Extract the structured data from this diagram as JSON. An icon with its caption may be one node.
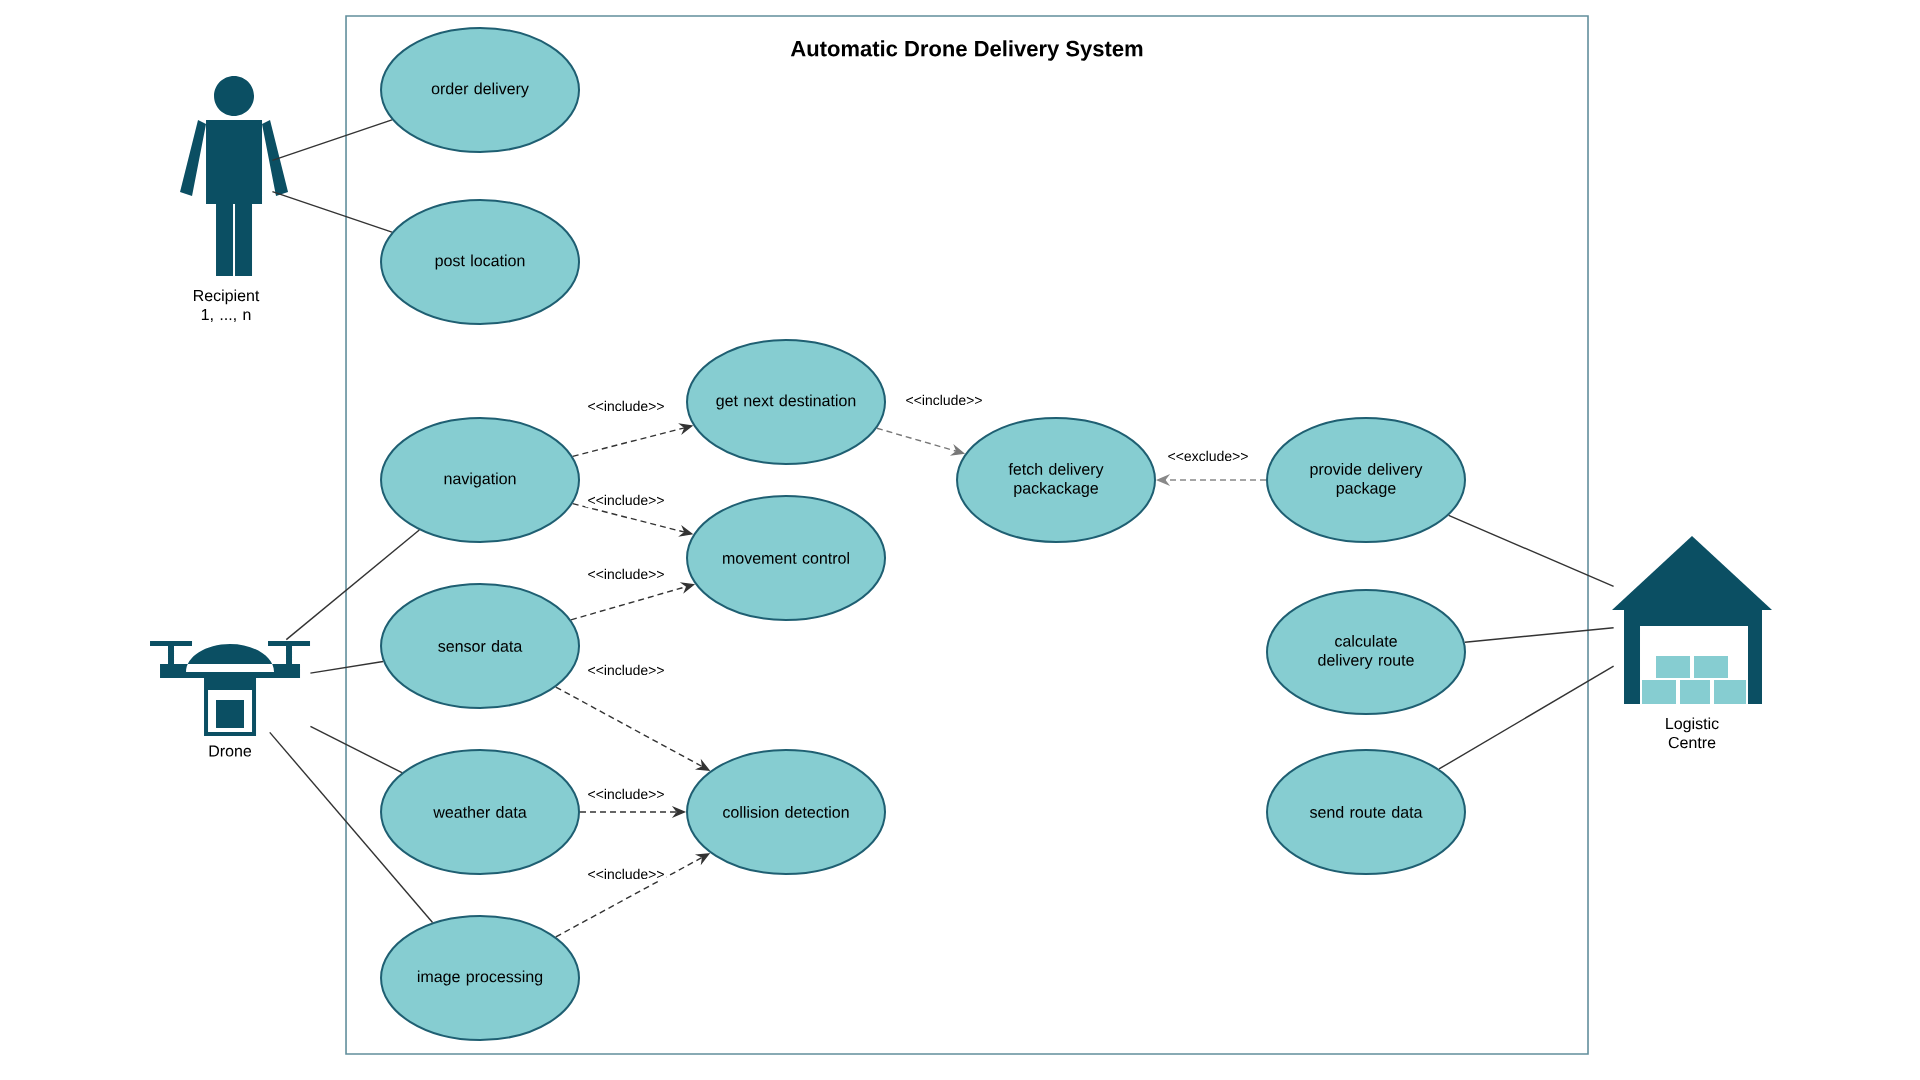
{
  "diagram": {
    "nodes": [
      {
        "text": [
          "Recipient 1, ..., n"
        ]
      },
      {
        "text": [
          "Drone"
        ]
      },
      {
        "text": [
          "Automatic Drone Delivery System"
        ]
      },
      {
        "text": [
          "order delivery"
        ],
        "in": 2
      },
      {
        "text": [
          "post location"
        ],
        "in": 2
      },
      {
        "text": [
          "navigation"
        ],
        "in": 2
      },
      {
        "text": [
          "get next destination"
        ],
        "in": 2
      },
      {
        "text": [
          "fetch delivery packackage"
        ],
        "in": 2
      },
      {
        "text": [
          "provide delivery package"
        ],
        "in": 2
      },
      {
        "text": [
          "movement control"
        ],
        "in": 2
      },
      {
        "text": [
          "sensor data"
        ],
        "in": 2
      },
      {
        "text": [
          "calculate delivery route"
        ],
        "in": 2
      },
      {
        "text": [
          "collision detection"
        ],
        "in": 2
      },
      {
        "text": [
          "weather data"
        ],
        "in": 2
      },
      {
        "text": [
          "send route data"
        ],
        "in": 2
      },
      {
        "text": [
          "image processing"
        ],
        "in": 2
      },
      {
        "text": [
          "Logistic Centre"
        ]
      }
    ],
    "edges": [
      {
        "from": 0,
        "to": 3,
        "arrow": "none"
      },
      {
        "from": 0,
        "to": 4,
        "arrow": "none"
      },
      {
        "from": 1,
        "to": 5,
        "arrow": "none"
      },
      {
        "from": 1,
        "to": 10,
        "arrow": "none"
      },
      {
        "from": 1,
        "to": 13,
        "arrow": "none"
      },
      {
        "from": 1,
        "to": 15,
        "arrow": "none"
      },
      {
        "from": 5,
        "to": 6,
        "arrow": "to",
        "label": "<<include>>",
        "style": "dashed"
      },
      {
        "from": 5,
        "to": 9,
        "arrow": "to",
        "label": "<<include>>",
        "style": "dashed"
      },
      {
        "from": 10,
        "to": 9,
        "arrow": "to",
        "label": "<<include>>",
        "style": "dashed"
      },
      {
        "from": 10,
        "to": 12,
        "arrow": "to",
        "label": "<<include>>",
        "style": "dashed"
      },
      {
        "from": 13,
        "to": 12,
        "arrow": "to",
        "label": "<<include>>",
        "style": "dashed"
      },
      {
        "from": 15,
        "to": 12,
        "arrow": "to",
        "label": "<<include>>",
        "style": "dashed"
      },
      {
        "from": 6,
        "to": 7,
        "arrow": "to",
        "label": "<<include>>",
        "style": "dashed",
        "color": "#777777"
      },
      {
        "from": 8,
        "to": 7,
        "arrow": "to",
        "label": "<<exclude>>",
        "style": "dashed",
        "color": "#888888"
      },
      {
        "from": 8,
        "to": 16,
        "arrow": "none"
      },
      {
        "from": 11,
        "to": 16,
        "arrow": "none"
      },
      {
        "from": 14,
        "to": 16,
        "arrow": "none"
      }
    ]
  }
}
